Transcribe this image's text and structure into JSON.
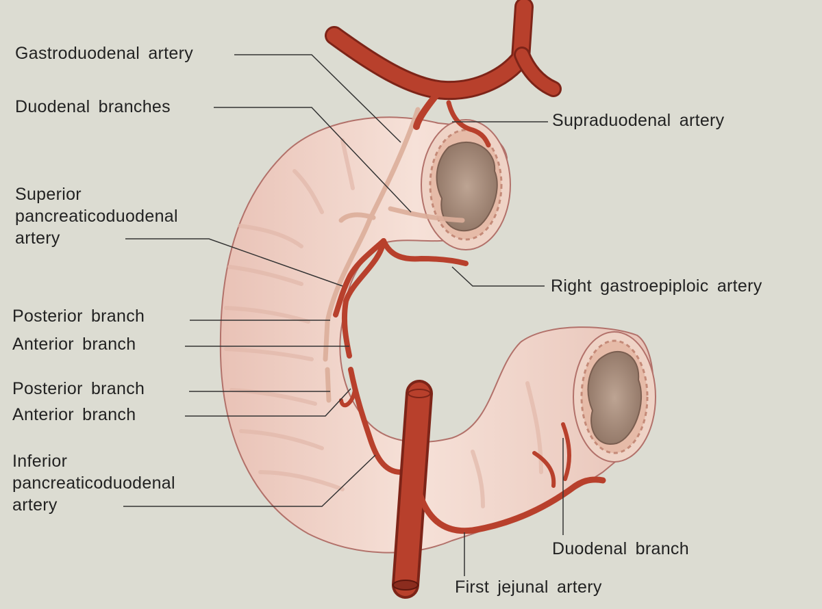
{
  "colors": {
    "background": "#dcdcd2",
    "duodenum": "#f2d9cf",
    "duodenum_edge": "#b2716a",
    "artery": "#b8402c",
    "artery_dark": "#7d2418",
    "mucosa": "#a88e7e",
    "leader_line": "#333333"
  },
  "labels": {
    "gastroduodenal": "Gastroduodenal artery",
    "duodenal_branches": "Duodenal branches",
    "superior_pd": [
      "Superior",
      "pancreaticoduodenal",
      "artery"
    ],
    "posterior_branch_upper": "Posterior branch",
    "anterior_branch_upper": "Anterior branch",
    "posterior_branch_lower": "Posterior branch",
    "anterior_branch_lower": "Anterior branch",
    "inferior_pd": [
      "Inferior",
      "pancreaticoduodenal",
      "artery"
    ],
    "supraduodenal": "Supraduodenal artery",
    "right_gastroepiploic": "Right gastroepiploic artery",
    "duodenal_branch": "Duodenal branch",
    "first_jejunal": "First jejunal artery"
  }
}
